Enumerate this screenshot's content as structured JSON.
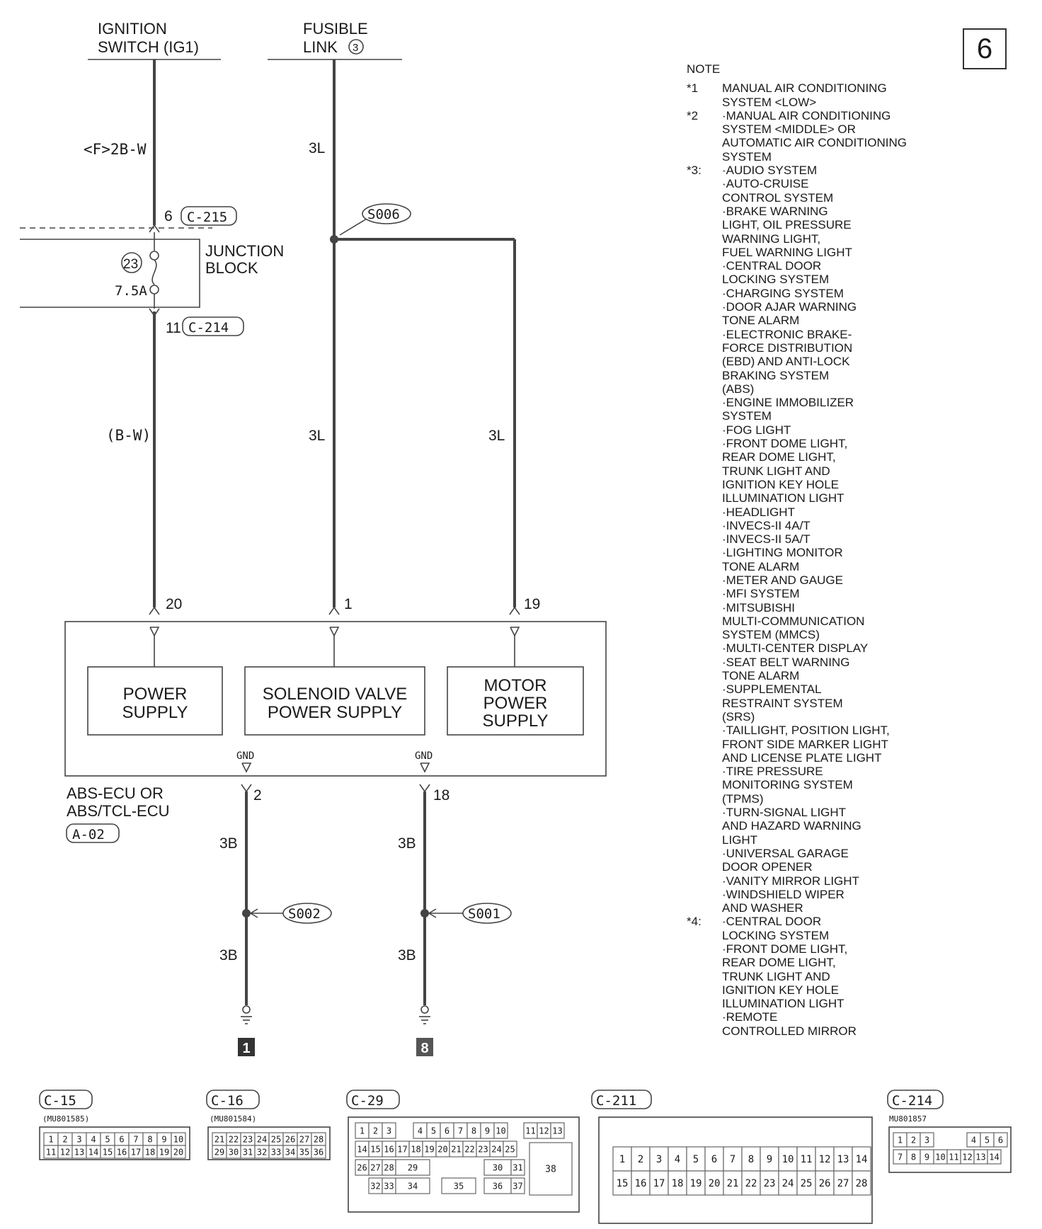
{
  "page_number": "6",
  "sources": {
    "ignition_switch": [
      "IGNITION",
      "SWITCH (IG1)"
    ],
    "fusible_link_text": "FUSIBLE",
    "fusible_link_text2": "LINK",
    "fusible_link_num": "3"
  },
  "wires": {
    "ign_top": "<F>2B-W",
    "ign_bottom": "(B-W)",
    "fl_top": "3L",
    "fl_mid": "3L",
    "fl_branch": "3L",
    "gnd_left_top": "3B",
    "gnd_left_bottom": "3B",
    "gnd_right_top": "3B",
    "gnd_right_bottom": "3B"
  },
  "junction_block": {
    "label_line1": "JUNCTION",
    "label_line2": "BLOCK",
    "fuse_number": "23",
    "fuse_rating": "7.5A",
    "in_pin": "6",
    "in_connector": "C-215",
    "out_pin": "11",
    "out_connector": "C-214"
  },
  "splices": {
    "s006": "S006",
    "s002": "S002",
    "s001": "S001"
  },
  "ecu": {
    "name_line1": "ABS-ECU OR",
    "name_line2": "ABS/TCL-ECU",
    "connector": "A-02",
    "pins": {
      "ign": "20",
      "sol": "1",
      "motor": "19",
      "gnd_left": "2",
      "gnd_right": "18"
    },
    "gnd_label": "GND",
    "blocks": [
      {
        "line1": "POWER",
        "line2": "SUPPLY",
        "line3": ""
      },
      {
        "line1": "SOLENOID VALVE",
        "line2": "POWER SUPPLY",
        "line3": ""
      },
      {
        "line1": "MOTOR",
        "line2": "POWER",
        "line3": "SUPPLY"
      }
    ]
  },
  "grounds": {
    "left": "1",
    "right": "8"
  },
  "notes": {
    "title": "NOTE",
    "entries": [
      {
        "mark": "*1",
        "lines": [
          "MANUAL AIR CONDITIONING",
          "SYSTEM <LOW>"
        ]
      },
      {
        "mark": "*2",
        "lines": [
          "·MANUAL AIR CONDITIONING",
          "SYSTEM <MIDDLE> OR",
          "AUTOMATIC AIR CONDITIONING",
          "SYSTEM"
        ]
      },
      {
        "mark": "*3:",
        "lines": [
          "·AUDIO SYSTEM",
          "·AUTO-CRUISE",
          "CONTROL SYSTEM",
          "·BRAKE WARNING",
          "LIGHT, OIL PRESSURE",
          "WARNING LIGHT,",
          "FUEL WARNING LIGHT",
          "·CENTRAL DOOR",
          "LOCKING SYSTEM",
          "·CHARGING SYSTEM",
          "·DOOR AJAR WARNING",
          "TONE ALARM",
          "·ELECTRONIC BRAKE-",
          "FORCE DISTRIBUTION",
          "(EBD) AND ANTI-LOCK",
          "BRAKING SYSTEM",
          "(ABS)",
          "·ENGINE IMMOBILIZER",
          "SYSTEM",
          "·FOG LIGHT",
          "·FRONT DOME LIGHT,",
          "REAR DOME LIGHT,",
          "TRUNK LIGHT AND",
          "IGNITION KEY HOLE",
          "ILLUMINATION LIGHT",
          "·HEADLIGHT",
          "·INVECS-II 4A/T",
          "·INVECS-II 5A/T",
          "·LIGHTING MONITOR",
          "TONE ALARM",
          "·METER AND GAUGE",
          "·MFI SYSTEM",
          "·MITSUBISHI",
          "MULTI-COMMUNICATION",
          "SYSTEM (MMCS)",
          "·MULTI-CENTER DISPLAY",
          "·SEAT BELT WARNING",
          "TONE ALARM",
          "·SUPPLEMENTAL",
          "RESTRAINT SYSTEM",
          "(SRS)",
          "·TAILLIGHT, POSITION LIGHT,",
          "FRONT SIDE MARKER LIGHT",
          "AND LICENSE PLATE LIGHT",
          "·TIRE PRESSURE",
          "MONITORING SYSTEM",
          "(TPMS)",
          "·TURN-SIGNAL LIGHT",
          "AND HAZARD WARNING",
          "LIGHT",
          "·UNIVERSAL GARAGE",
          "DOOR OPENER",
          "·VANITY MIRROR LIGHT",
          "·WINDSHIELD WIPER",
          "AND WASHER"
        ]
      },
      {
        "mark": "*4:",
        "lines": [
          "·CENTRAL DOOR",
          "LOCKING SYSTEM",
          "·FRONT DOME LIGHT,",
          "REAR DOME LIGHT,",
          "TRUNK LIGHT AND",
          "IGNITION KEY HOLE",
          "ILLUMINATION LIGHT",
          "·REMOTE",
          "CONTROLLED MIRROR"
        ]
      }
    ]
  },
  "connectors": {
    "c15": {
      "name": "C-15",
      "part": "(MU801585)",
      "rows": [
        [
          "1",
          "2",
          "3",
          "4",
          "5",
          "6",
          "7",
          "8",
          "9",
          "10"
        ],
        [
          "11",
          "12",
          "13",
          "14",
          "15",
          "16",
          "17",
          "18",
          "19",
          "20"
        ]
      ]
    },
    "c16": {
      "name": "C-16",
      "part": "(MU801584)",
      "rows": [
        [
          "21",
          "22",
          "23",
          "24",
          "25",
          "26",
          "27",
          "28"
        ],
        [
          "29",
          "30",
          "31",
          "32",
          "33",
          "34",
          "35",
          "36"
        ]
      ]
    },
    "c29": {
      "name": "C-29",
      "cells": [
        "1",
        "2",
        "3",
        "4",
        "5",
        "6",
        "7",
        "8",
        "9",
        "10",
        "11",
        "12",
        "13",
        "14",
        "15",
        "16",
        "17",
        "18",
        "19",
        "20",
        "21",
        "22",
        "23",
        "24",
        "25",
        "26",
        "27",
        "28",
        "29",
        "30",
        "31",
        "32",
        "33",
        "34",
        "35",
        "36",
        "37",
        "38"
      ]
    },
    "c211": {
      "name": "C-211",
      "rows": [
        [
          "1",
          "2",
          "3",
          "4",
          "5",
          "6",
          "7",
          "8",
          "9",
          "10",
          "11",
          "12",
          "13",
          "14"
        ],
        [
          "15",
          "16",
          "17",
          "18",
          "19",
          "20",
          "21",
          "22",
          "23",
          "24",
          "25",
          "26",
          "27",
          "28"
        ]
      ]
    },
    "c214": {
      "name": "C-214",
      "part": "MU801857",
      "rows": [
        [
          "1",
          "2",
          "3",
          "4",
          "5",
          "6"
        ],
        [
          "7",
          "8",
          "9",
          "10",
          "11",
          "12",
          "13",
          "14"
        ]
      ]
    }
  }
}
